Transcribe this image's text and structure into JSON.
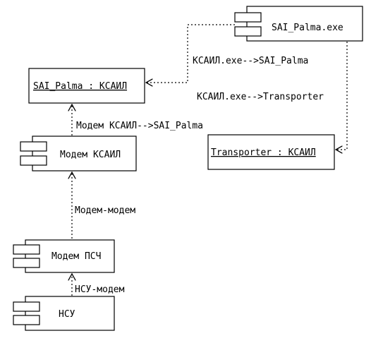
{
  "diagram": {
    "type": "uml-deployment",
    "components": {
      "sai_exe": "SAI_Palma.exe",
      "modem_ksail": "Модем КСАИЛ",
      "modem_psch": "Модем ПСЧ",
      "nsu": "НСУ"
    },
    "objects": {
      "sai_palma": "SAI_Palma : КСАИЛ",
      "transporter": "Transporter : КСАИЛ"
    },
    "dependencies": {
      "exe_to_sai": "КСАИЛ.exe-->SAI_Palma",
      "exe_to_transporter": "КСАИЛ.exe-->Transporter",
      "modem_to_sai": "Модем КСАИЛ-->SAI_Palma",
      "modem_modem": "Модем-модем",
      "nsu_modem": "НСУ-модем"
    }
  }
}
